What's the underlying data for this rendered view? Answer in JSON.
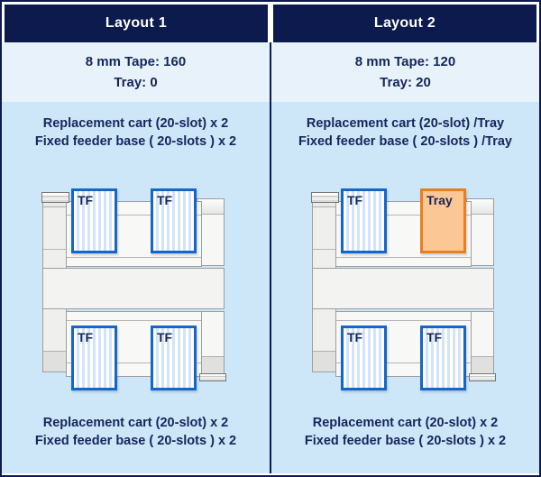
{
  "colors": {
    "header_bg": "#0c1a4e",
    "header_text": "#ffffff",
    "counts_bg": "#e8f2fb",
    "body_bg": "#cde6f8",
    "text_navy": "#16265c",
    "tf_cart_border": "#1467c8",
    "tf_cart_stripe": "#d4e4f7",
    "tray_cart_border": "#e8801f",
    "tray_cart_fill": "#fbc795"
  },
  "columns": [
    {
      "header": "Layout 1",
      "counts": [
        "8 mm Tape: 160",
        "Tray: 0"
      ],
      "summary_top": [
        "Replacement cart (20-slot) x 2",
        "Fixed feeder base ( 20-slots ) x 2"
      ],
      "summary_bottom": [
        "Replacement cart (20-slot) x 2",
        "Fixed feeder base ( 20-slots ) x 2"
      ],
      "carts": [
        {
          "label": "TF",
          "type": "tf"
        },
        {
          "label": "TF",
          "type": "tf"
        },
        {
          "label": "TF",
          "type": "tf"
        },
        {
          "label": "TF",
          "type": "tf"
        }
      ]
    },
    {
      "header": "Layout 2",
      "counts": [
        "8 mm Tape: 120",
        "Tray: 20"
      ],
      "summary_top": [
        "Replacement cart (20-slot) /Tray",
        "Fixed feeder base ( 20-slots ) /Tray"
      ],
      "summary_bottom": [
        "Replacement cart (20-slot) x 2",
        "Fixed feeder base ( 20-slots ) x 2"
      ],
      "carts": [
        {
          "label": "TF",
          "type": "tf"
        },
        {
          "label": "Tray",
          "type": "tray"
        },
        {
          "label": "TF",
          "type": "tf"
        },
        {
          "label": "TF",
          "type": "tf"
        }
      ]
    }
  ]
}
